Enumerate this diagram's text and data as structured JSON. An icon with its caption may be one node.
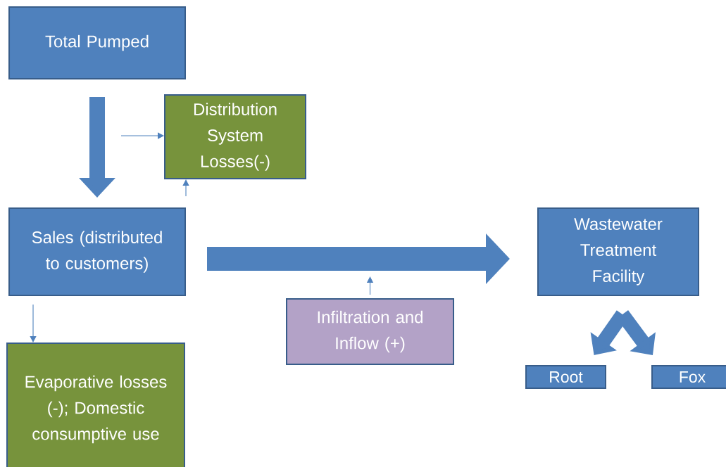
{
  "diagram": {
    "nodes": [
      {
        "text": [
          "Total Pumped"
        ]
      },
      {
        "text": [
          "Distribution System Losses(-)"
        ]
      },
      {
        "text": [
          "Sales (distributed to customers)"
        ]
      },
      {
        "text": [
          "Evaporative losses (-); Domestic consumptive use"
        ]
      },
      {
        "text": [
          "Wastewater Treatment Facility"
        ]
      },
      {
        "text": [
          "Infiltration and Inflow (+)"
        ]
      },
      {
        "text": [
          "Root"
        ]
      },
      {
        "text": [
          "Fox"
        ]
      }
    ],
    "edges": [
      {
        "from": 0,
        "to": 2,
        "arrow": "to",
        "style": "thick"
      },
      {
        "from": null,
        "to": 1,
        "arrow": "to"
      },
      {
        "from": 2,
        "to": 1,
        "arrow": "to"
      },
      {
        "from": 2,
        "to": 3,
        "arrow": "to"
      },
      {
        "from": 2,
        "to": 4,
        "arrow": "to",
        "style": "thick"
      },
      {
        "from": 5,
        "to": null,
        "arrow": "to"
      },
      {
        "from": 4,
        "to": 6,
        "arrow": "to",
        "style": "thick"
      },
      {
        "from": 4,
        "to": 7,
        "arrow": "to",
        "style": "thick"
      }
    ]
  }
}
